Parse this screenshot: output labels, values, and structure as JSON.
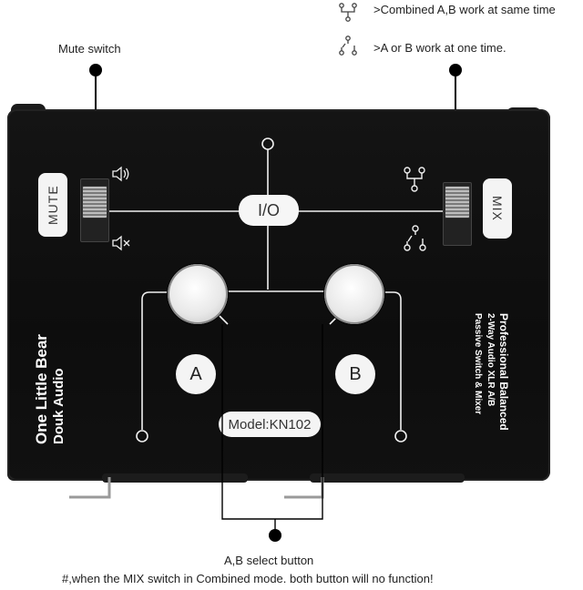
{
  "legend": {
    "combined_text": ">Combined A,B work at same time",
    "separate_text": ">A or B work at one time.",
    "combined_icon": "combined-mode-icon",
    "separate_icon": "separate-mode-icon"
  },
  "callouts": {
    "mute_switch": "Mute switch",
    "select_button": "A,B select button",
    "note": "#,when the MIX switch in Combined mode. both button will no function!"
  },
  "panel": {
    "mute_label": "MUTE",
    "mix_label": "MIX",
    "io_label": "I/O",
    "button_a_label": "A",
    "button_b_label": "B",
    "model_label": "Model:KN102",
    "brand_line1": "One Little Bear",
    "brand_line2": "Douk Audio",
    "desc_line1": "Professional Balanced",
    "desc_line2": "2-Way Audio XLR A/B",
    "desc_line3": "Passive Switch & Mixer",
    "sound_on_icon": "speaker-on-icon",
    "sound_off_icon": "speaker-muted-icon"
  },
  "colors": {
    "device_body": "#111111",
    "panel_text": "#f4f4f4",
    "lines": "#f0f0f0"
  }
}
